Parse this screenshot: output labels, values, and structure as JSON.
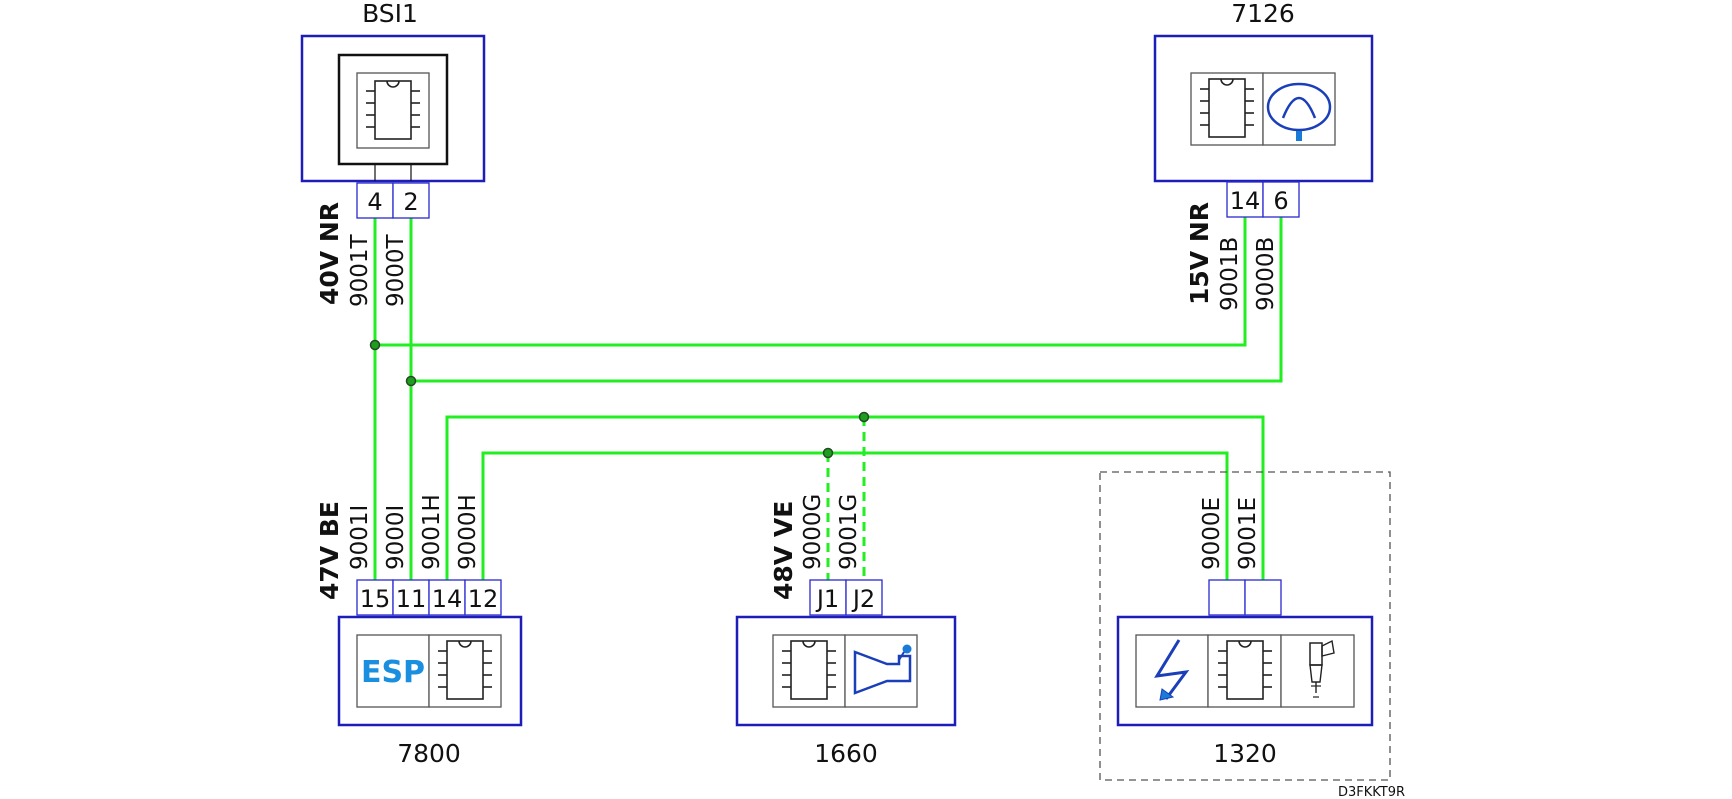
{
  "components": {
    "bsi": {
      "label": "BSI1",
      "pins": [
        "4",
        "2"
      ]
    },
    "c7126": {
      "label": "7126",
      "pins": [
        "14",
        "6"
      ]
    },
    "c7800": {
      "label": "7800",
      "pins": [
        "15",
        "11",
        "14",
        "12"
      ],
      "icon_text": "ESP"
    },
    "c1660": {
      "label": "1660",
      "pins": [
        "J1",
        "J2"
      ]
    },
    "c1320": {
      "label": "1320"
    }
  },
  "connectors": {
    "bsi": "40V NR",
    "c7126": "15V NR",
    "c7800": "47V BE",
    "c1660": "48V VE"
  },
  "wires": {
    "w9001T": "9001T",
    "w9000T": "9000T",
    "w9001B": "9001B",
    "w9000B": "9000B",
    "w9001I": "9001I",
    "w9000I": "9000I",
    "w9001H": "9001H",
    "w9000H": "9000H",
    "w9000G": "9000G",
    "w9001G": "9001G",
    "w9000E": "9000E",
    "w9001E": "9001E"
  },
  "reference": "D3FKKT9R",
  "colors": {
    "wire": "#22ee22",
    "box": "#1d1db8",
    "esp": "#1a8fe0"
  },
  "icons": [
    "chip-icon",
    "gauge-icon",
    "esp-icon",
    "sensor-icon",
    "lightning-icon",
    "injector-icon"
  ]
}
